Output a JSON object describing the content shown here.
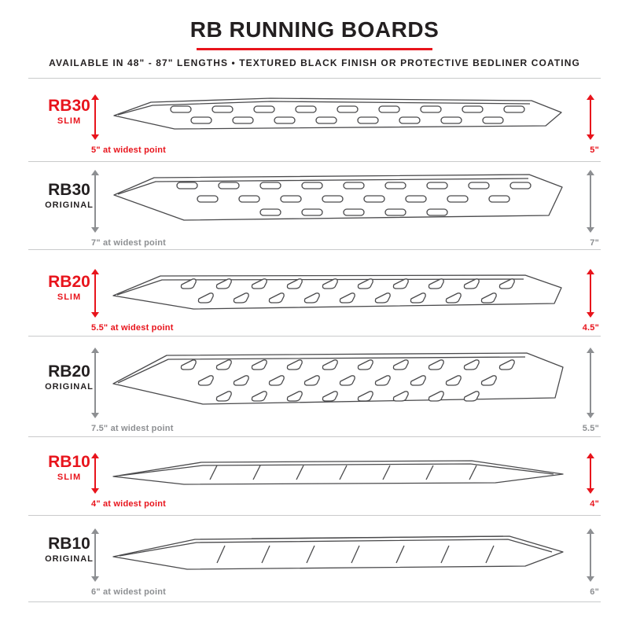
{
  "header": {
    "title": "RB RUNNING BOARDS",
    "subtitle": "AVAILABLE IN 48\" - 87\" LENGTHS  •  TEXTURED BLACK FINISH OR PROTECTIVE BEDLINER COATING"
  },
  "colors": {
    "accent_red": "#e8141c",
    "measure_gray": "#8d8f92",
    "ink": "#231f20",
    "divider": "#c9cacb",
    "drawing_outline": "#4a4a4c"
  },
  "rows": [
    {
      "model": "RB30",
      "variant": "SLIM",
      "width_label": "5\" at widest point",
      "height_label": "5\""
    },
    {
      "model": "RB30",
      "variant": "ORIGINAL",
      "width_label": "7\" at widest point",
      "height_label": "7\""
    },
    {
      "model": "RB20",
      "variant": "SLIM",
      "width_label": "5.5\" at widest point",
      "height_label": "4.5\""
    },
    {
      "model": "RB20",
      "variant": "ORIGINAL",
      "width_label": "7.5\" at widest point",
      "height_label": "5.5\""
    },
    {
      "model": "RB10",
      "variant": "SLIM",
      "width_label": "4\" at widest point",
      "height_label": "4\""
    },
    {
      "model": "RB10",
      "variant": "ORIGINAL",
      "width_label": "6\" at widest point",
      "height_label": "6\""
    }
  ]
}
